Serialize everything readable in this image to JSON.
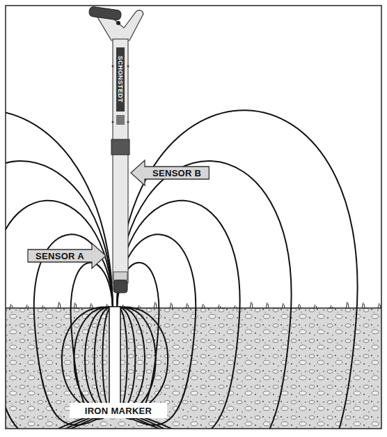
{
  "diagram": {
    "nodes": [
      {
        "text": [
          "SENSOR B"
        ]
      },
      {
        "text": [
          "SENSOR A"
        ]
      },
      {
        "text": [
          "IRON MARKER"
        ]
      }
    ],
    "labels": [
      "SCHONSTEDT"
    ]
  }
}
